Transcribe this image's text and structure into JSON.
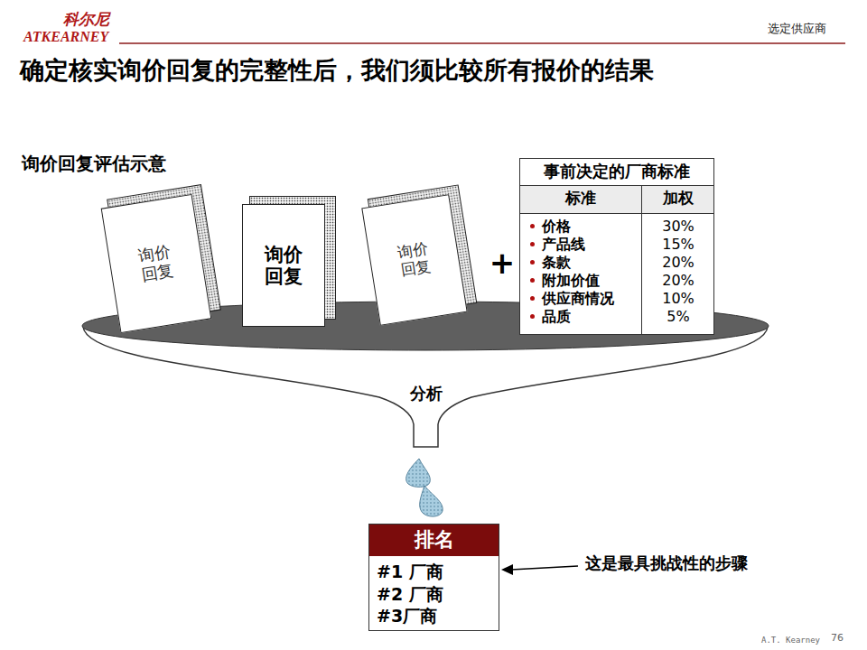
{
  "diagram": {
    "title": "确定核实询价回复的完整性后，我们须比较所有报价的结果",
    "nodes": [
      {
        "text": [
          "询价 回复"
        ]
      },
      {
        "text": [
          "询价 回复"
        ]
      },
      {
        "text": [
          "询价 回复"
        ]
      },
      {
        "text": [
          "事前决定的厂商标准"
        ]
      },
      {
        "text": [
          "排名",
          "#1 厂商",
          "#2 厂商",
          "#3厂商"
        ]
      }
    ],
    "labels": [
      "科尔尼",
      "ATKEARNEY",
      "选定供应商",
      "询价回复评估示意",
      "+",
      "标准",
      "加权",
      "价格",
      "产品线",
      "条款",
      "附加价值",
      "供应商情况",
      "品质",
      "30%",
      "15%",
      "20%",
      "20%",
      "10%",
      "5%",
      "分析",
      "这是最具挑战性的步骤",
      "A.T. Kearney",
      "76"
    ]
  }
}
